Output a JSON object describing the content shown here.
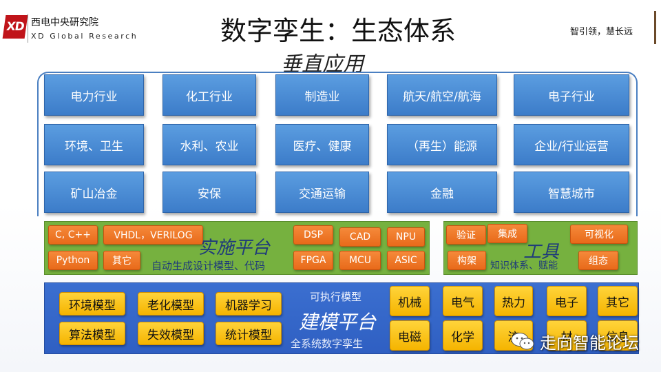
{
  "header": {
    "logo_mark": "XD",
    "org_name_cn": "西电中央研究院",
    "org_name_en": "XD Global Research",
    "title": "数字孪生：生态体系",
    "slogan": "智引领，慧长远"
  },
  "vertical_applications": {
    "label": "垂直应用",
    "rows": [
      [
        "电力行业",
        "化工行业",
        "制造业",
        "航天/航空/航海",
        "电子行业"
      ],
      [
        "环境、卫生",
        "水利、农业",
        "医疗、健康",
        "（再生）能源",
        "企业/行业运营"
      ],
      [
        "矿山冶金",
        "安保",
        "交通运输",
        "金融",
        "智慧城市"
      ]
    ]
  },
  "implementation_platform": {
    "title": "实施平台",
    "subtitle": "自动生成设计模型、代码",
    "languages": [
      "C, C++",
      "VHDL，VERILOG",
      "Python",
      "其它"
    ],
    "hardware": [
      "DSP",
      "CAD",
      "NPU",
      "FPGA",
      "MCU",
      "ASIC"
    ]
  },
  "tools": {
    "title": "工具",
    "subtitle": "知识体系、赋能",
    "items": [
      "验证",
      "集成",
      "可视化",
      "构架",
      "组态"
    ]
  },
  "modeling_platform": {
    "title": "建模平台",
    "top_label": "可执行模型",
    "bottom_label": "全系统数字孪生",
    "models": [
      "环境模型",
      "老化模型",
      "机器学习",
      "算法模型",
      "失效模型",
      "统计模型"
    ],
    "disciplines": [
      "机械",
      "电气",
      "热力",
      "电子",
      "其它",
      "电磁",
      "化学",
      "流",
      "材",
      "信息"
    ]
  },
  "watermark": {
    "icon": "wechat-icon",
    "text": "走向智能论坛"
  },
  "colors": {
    "app_tile": "#4a8bd6",
    "implementation_bg": "#76b13f",
    "modeling_bg": "#3366cc",
    "orange_chip": "#ee7420",
    "yellow_chip": "#fcc419",
    "logo_red": "#c0141a"
  }
}
